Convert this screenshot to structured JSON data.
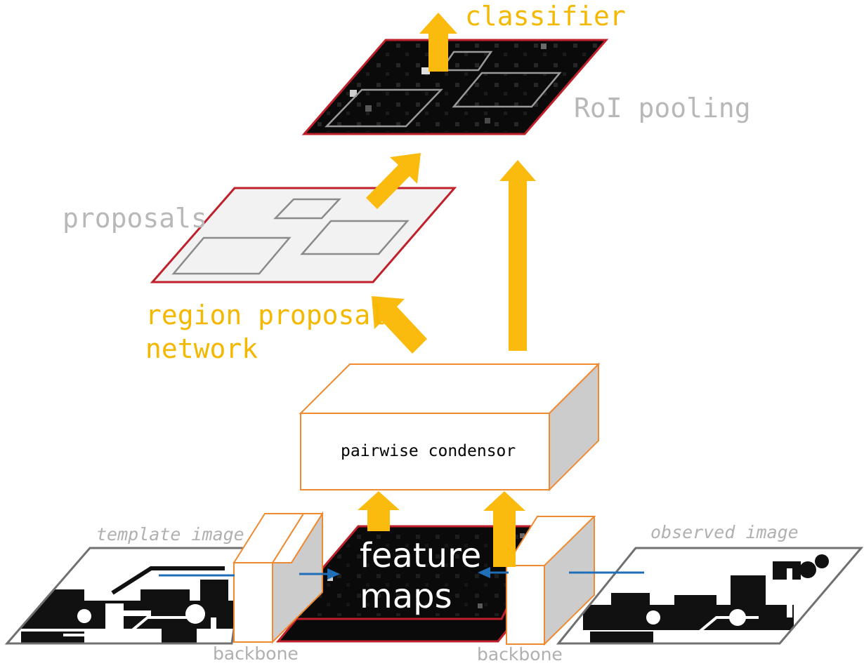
{
  "diagram": {
    "labels": {
      "classifier": "classifier",
      "roi_pooling": "RoI pooling",
      "proposals": "proposals",
      "rpn_line1": "region proposal",
      "rpn_line2": "network",
      "condensor": "pairwise condensor",
      "feature_line1": "feature",
      "feature_line2": "maps",
      "template_image": "template image",
      "observed_image": "observed image",
      "backbone_left": "backbone",
      "backbone_right": "backbone"
    },
    "colors": {
      "arrow": "#FBBA0E",
      "label_yellow": "#F5B800",
      "label_gray": "#B8B8B8",
      "plane_border": "#C0202A",
      "box_border": "#F08A30",
      "blue_arrow": "#1F6FB8",
      "dark_plane": "#0A0A0A",
      "light_plane": "#F2F2F2"
    }
  }
}
